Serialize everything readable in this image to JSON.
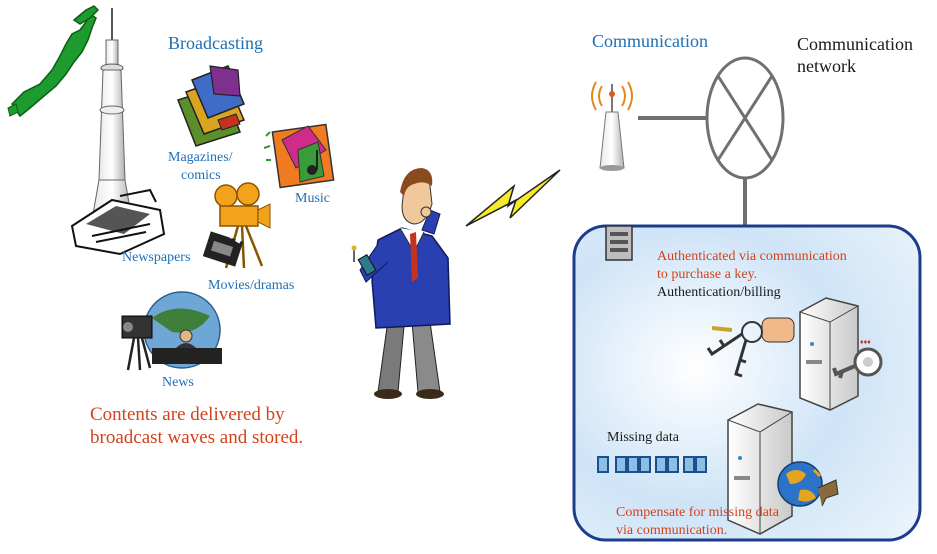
{
  "broadcasting": {
    "title": "Broadcasting",
    "items": {
      "magazines_1": "Magazines/",
      "magazines_2": "comics",
      "music": "Music",
      "newspapers": "Newspapers",
      "movies": "Movies/dramas",
      "news": "News"
    },
    "caption_1": "Contents are delivered by",
    "caption_2": "broadcast waves and stored."
  },
  "communication": {
    "title": "Communication",
    "network_1": "Communication",
    "network_2": "network"
  },
  "service_box": {
    "auth_note_1": "Authenticated via communication",
    "auth_note_2": "to purchase a key.",
    "auth_label": "Authentication/billing",
    "missing_label": "Missing data",
    "compensate_1": "Compensate for missing data",
    "compensate_2": "via communication."
  },
  "colors": {
    "blue_text": "#1f6fb5",
    "red_text": "#d4421a",
    "box_border": "#1c3d8c",
    "box_fill": "#dbeaf8"
  },
  "icons": [
    "japan-map-icon",
    "broadcast-tower-icon",
    "magazines-icon",
    "music-icon",
    "newspapers-icon",
    "movie-camera-icon",
    "clapperboard-icon",
    "news-studio-icon",
    "person-with-phone-icon",
    "lightning-bolt-icon",
    "antenna-icon",
    "network-node-icon",
    "small-server-icon",
    "keys-icon",
    "server-icon",
    "key-icon",
    "globe-icon",
    "data-blocks-icon"
  ]
}
